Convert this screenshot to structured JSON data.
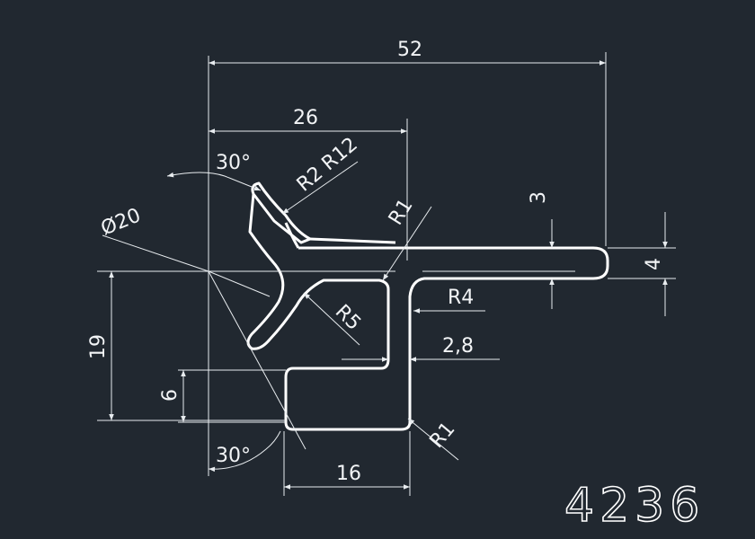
{
  "drawing": {
    "part_number": "4236",
    "dimensions": {
      "overall_width": "52",
      "upper_width": "26",
      "bottom_width": "16",
      "height": "19",
      "foot_height": "6",
      "arm_thickness": "3",
      "tip_thickness": "4",
      "wall_thickness": "2,8",
      "angle_top": "30°",
      "angle_bottom": "30°",
      "diameter": "Ø20",
      "radius_r1_top": "R1",
      "radius_r1_bottom": "R1",
      "radius_r4": "R4",
      "radius_r5": "R5",
      "radius_r2_r12": "R2 R12"
    },
    "colors": {
      "background": "#212830",
      "line": "#ffffff"
    }
  }
}
